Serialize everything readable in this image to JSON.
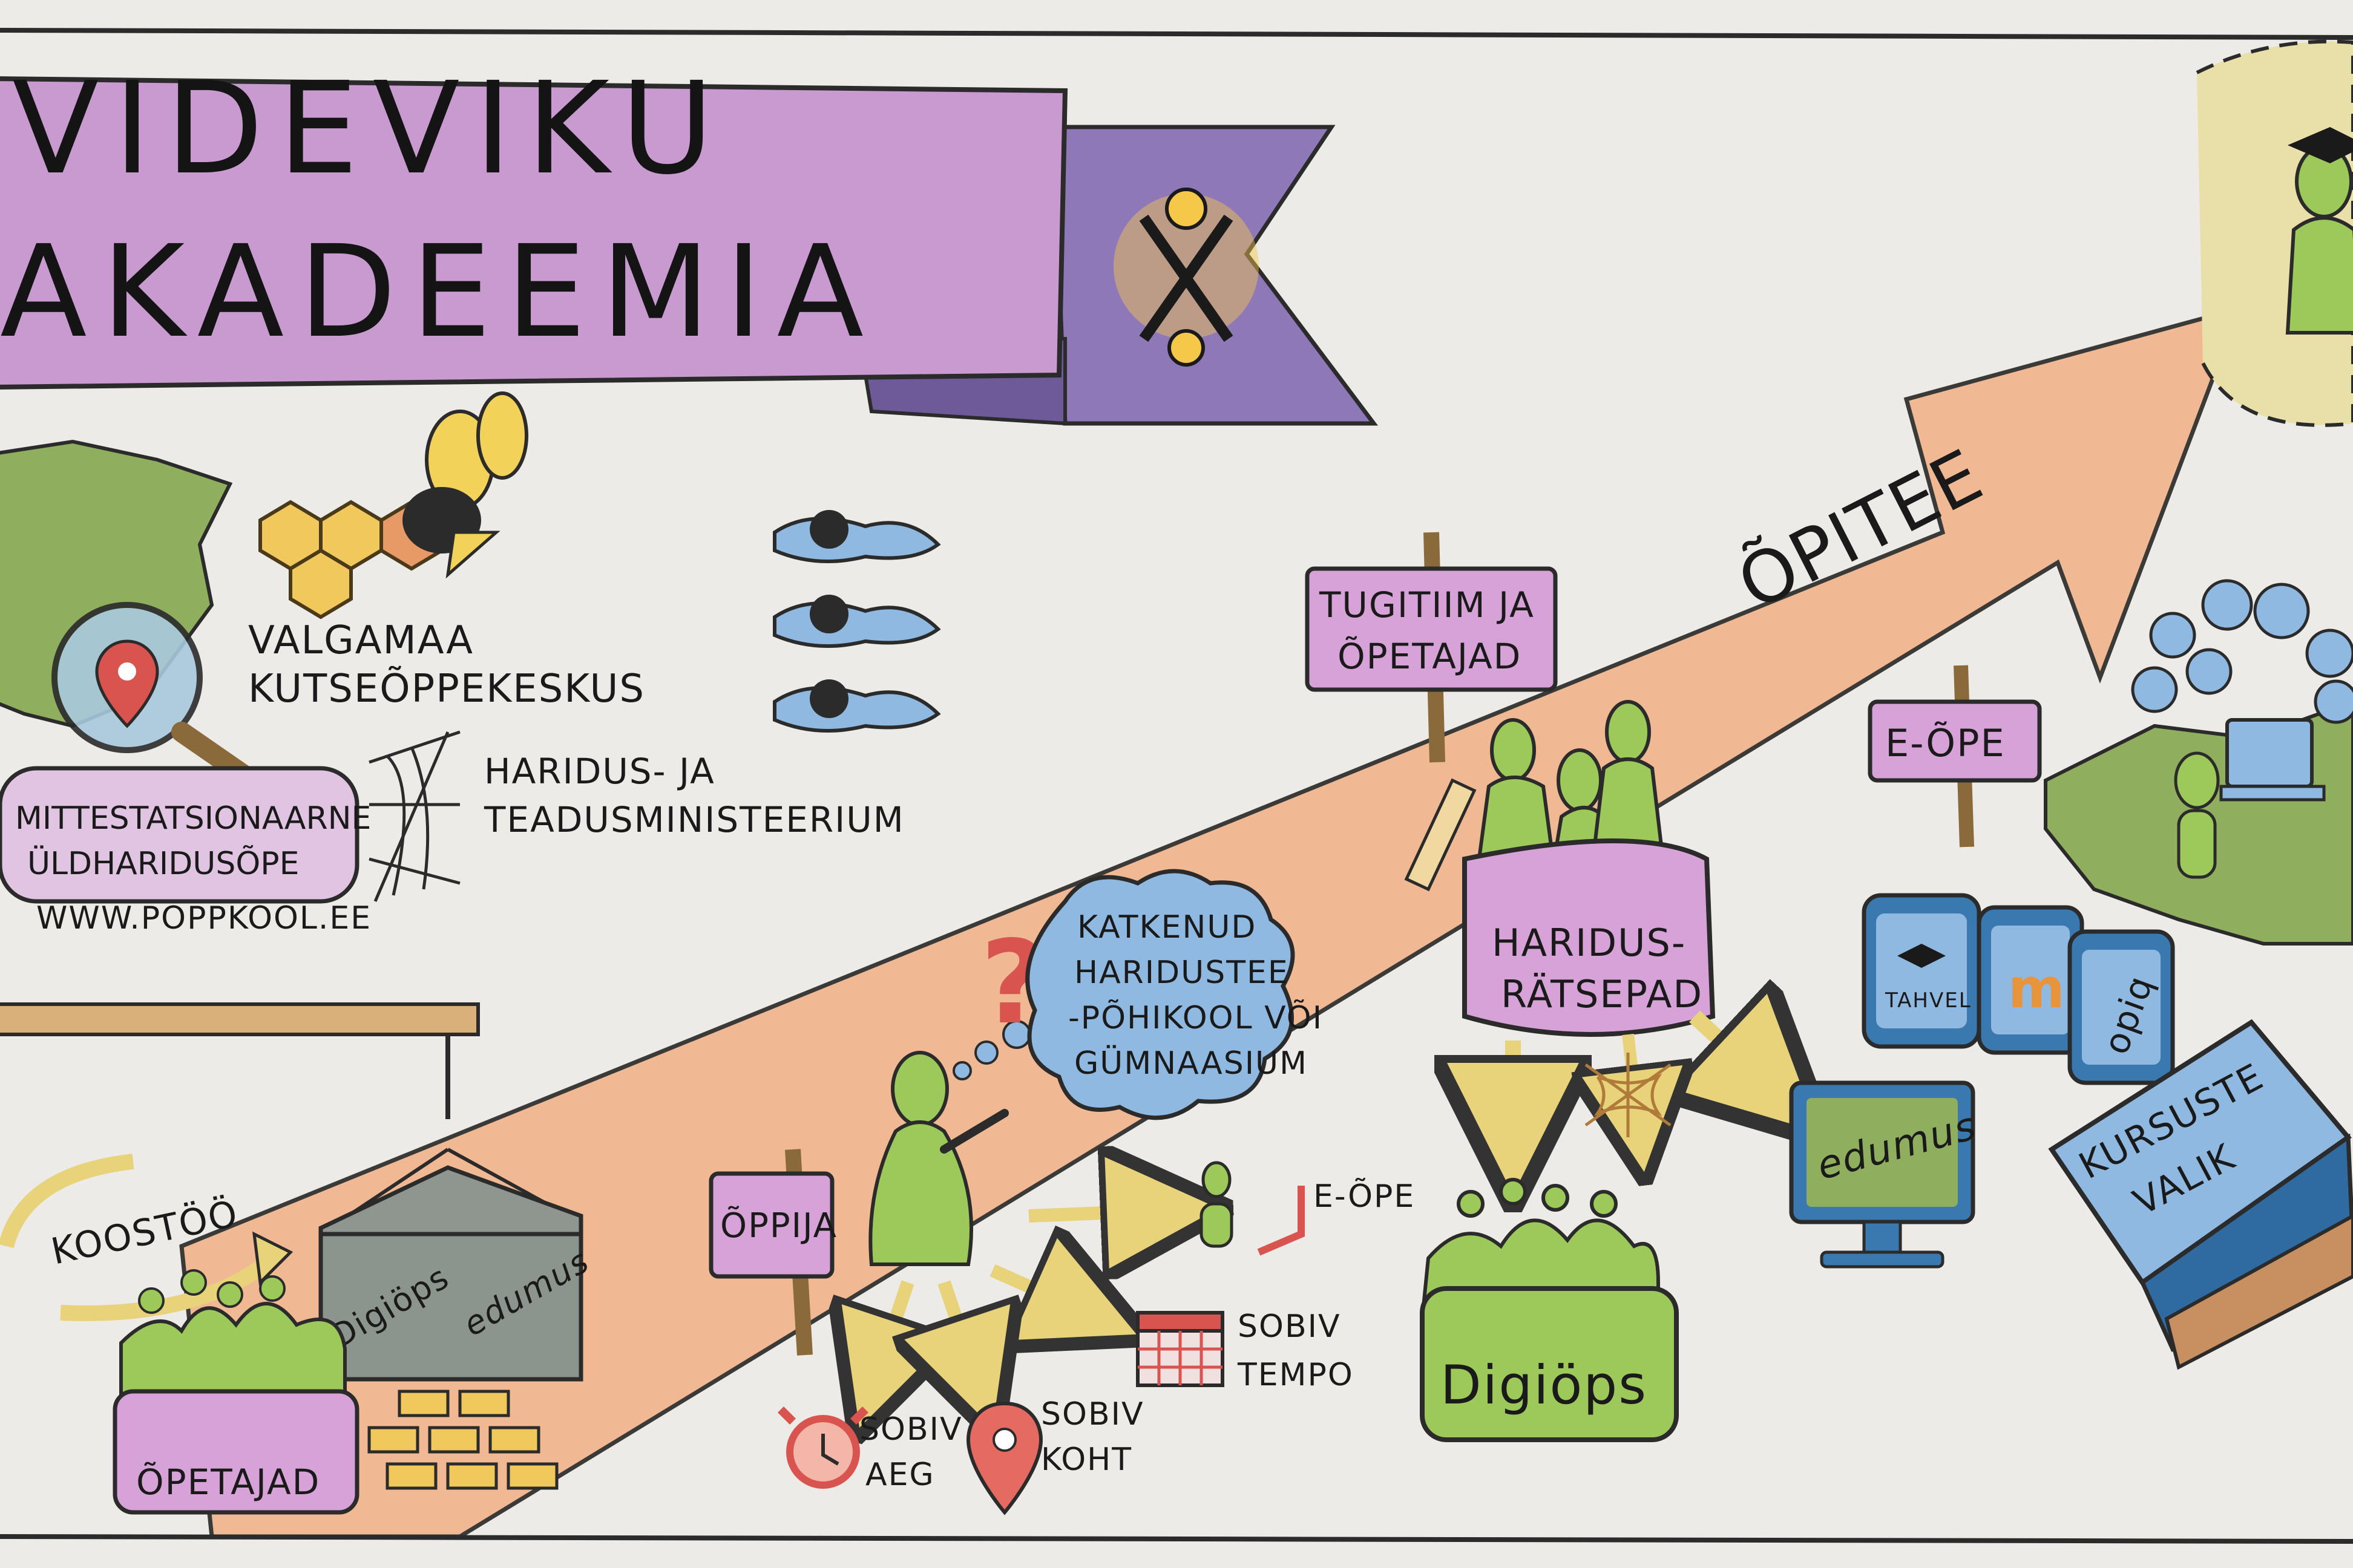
{
  "title": {
    "line1": "VIDEVIKU",
    "line2": "AKADEEMIA"
  },
  "colors": {
    "banner": "#c89ad0",
    "banner_dark": "#8e78b8",
    "arrow": "#f1b58e",
    "arrow_edge": "#e89a66",
    "green": "#9cc95a",
    "green_dark": "#6f9e3a",
    "blue": "#8fb9e0",
    "purple": "#d6a2d8",
    "yellow": "#f2d36b",
    "red": "#d9534f",
    "grey": "#9aa3a0"
  },
  "left": {
    "kutseoppekeskus": [
      "VALGAMAA",
      "KUTSEÕPPEKESKUS"
    ],
    "mittestatsionaarne": [
      "MITTESTATSIONAARNE",
      "ÜLDHARIDUSÕPE"
    ],
    "website": "WWW.POPPKOOL.EE",
    "ministeerium": [
      "HARIDUS- JA",
      "TEADUSMINISTEERIUM"
    ]
  },
  "cooperation": {
    "koostoo": "KOOSTÖÖ",
    "opetajad": "ÕPETAJAD",
    "crate_logo1": "Digiöps",
    "crate_logo2": "edumus"
  },
  "learner": {
    "oppija": "ÕPPIJA",
    "thought": [
      "KATKENUD",
      "HARIDUSTEE",
      "-PÕHIKOOL VÕI",
      "GÜMNAASIUM"
    ],
    "question": "?",
    "e_ope": "E-ÕPE",
    "sobiv_tempo": [
      "SOBIV",
      "TEMPO"
    ],
    "sobiv_aeg": [
      "SOBIV",
      "AEG"
    ],
    "sobiv_koht": [
      "SOBIV",
      "KOHT"
    ]
  },
  "path": {
    "label": "ÕPITEE"
  },
  "support": {
    "tugitiim": [
      "TUGITIIM JA",
      "ÕPETAJAD"
    ],
    "ratsepad": [
      "HARIDUS-",
      "RÄTSEPAD"
    ],
    "digiops": "Digiöps",
    "edumus": "edumus"
  },
  "right": {
    "e_ope": "E-ÕPE",
    "tahvel": "TAHVEL",
    "moodle": "m",
    "opiq": "opiq",
    "kursuste": [
      "KURSUSTE",
      "VALIK"
    ]
  }
}
